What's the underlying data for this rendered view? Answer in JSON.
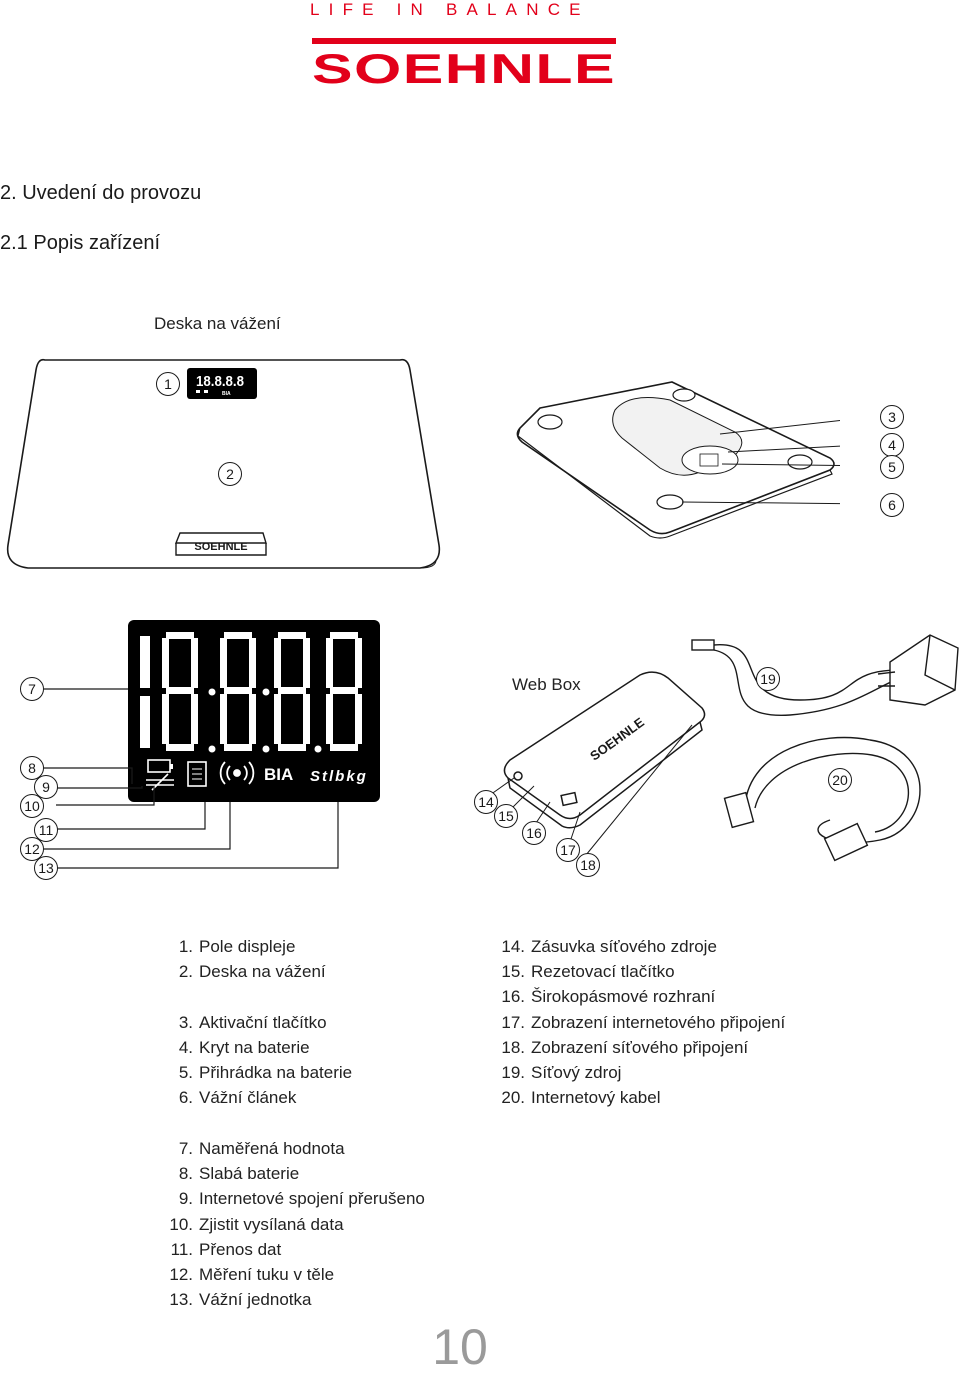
{
  "header": {
    "tagline": "LIFE IN BALANCE",
    "logo_text": "SOEHNLE",
    "brand_color": "#e2001a"
  },
  "section": {
    "title": "2. Uvedení do provozu",
    "subtitle": "2.1 Popis zařízení"
  },
  "figure": {
    "scale_caption": "Deska na vážení",
    "webbox_caption": "Web Box",
    "scale_logo": "SOEHNLE",
    "webbox_logo": "SOEHNLE",
    "display_digits": "18.8.8.8",
    "display_bia": "BIA",
    "display_units": "Stlbkg"
  },
  "callouts": [
    "1",
    "2",
    "3",
    "4",
    "5",
    "6",
    "7",
    "8",
    "9",
    "10",
    "11",
    "12",
    "13",
    "14",
    "15",
    "16",
    "17",
    "18",
    "19",
    "20"
  ],
  "list_left": [
    {
      "n": "1.",
      "t": "Pole displeje"
    },
    {
      "n": "2.",
      "t": "Deska na vážení"
    },
    null,
    {
      "n": "3.",
      "t": "Aktivační tlačítko"
    },
    {
      "n": "4.",
      "t": "Kryt na baterie"
    },
    {
      "n": "5.",
      "t": "Přihrádka na baterie"
    },
    {
      "n": "6.",
      "t": "Vážní článek"
    }
  ],
  "list_right": [
    {
      "n": "14.",
      "t": "Zásuvka síťového zdroje"
    },
    {
      "n": "15.",
      "t": "Rezetovací tlačítko"
    },
    {
      "n": "16.",
      "t": "Širokopásmové rozhraní"
    },
    {
      "n": "17.",
      "t": "Zobrazení internetového připojení"
    },
    {
      "n": "18.",
      "t": "Zobrazení síťového připojení"
    },
    {
      "n": "19.",
      "t": "Síťový zdroj"
    },
    {
      "n": "20.",
      "t": "Internetový kabel"
    }
  ],
  "list_bottom": [
    {
      "n": "7.",
      "t": "Naměřená hodnota"
    },
    {
      "n": "8.",
      "t": "Slabá baterie"
    },
    {
      "n": "9.",
      "t": "Internetové spojení přerušeno"
    },
    {
      "n": "10.",
      "t": "Zjistit vysílaná data"
    },
    {
      "n": "11.",
      "t": "Přenos dat"
    },
    {
      "n": "12.",
      "t": "Měření tuku v těle"
    },
    {
      "n": "13.",
      "t": "Vážní jednotka"
    }
  ],
  "page_number": "10"
}
